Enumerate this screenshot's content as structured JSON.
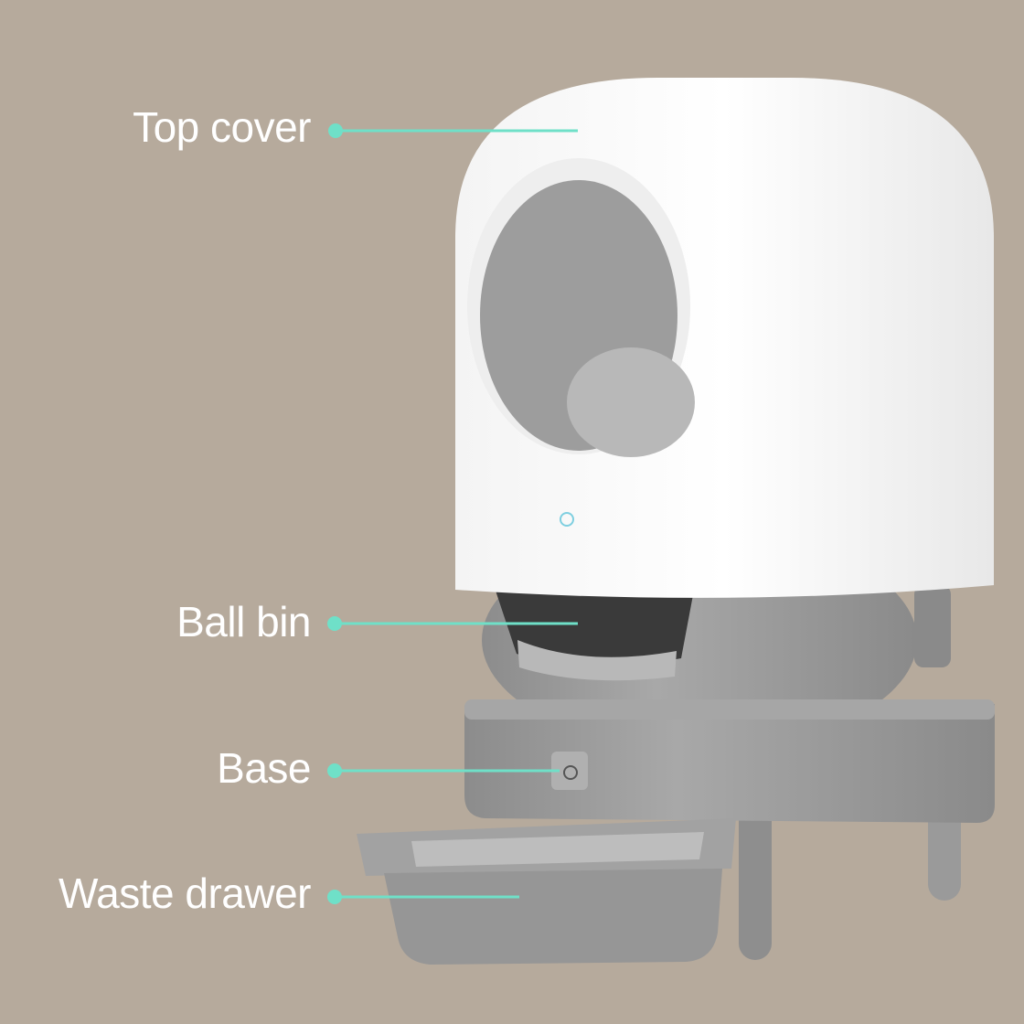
{
  "labels": {
    "top_cover": "Top cover",
    "ball_bin": "Ball bin",
    "base": "Base",
    "waste_drawer": "Waste drawer"
  },
  "colors": {
    "background": "#b6aa9c",
    "callout": "#6fe0c8",
    "cover": "#ffffff",
    "body": "#9a9a9a"
  }
}
